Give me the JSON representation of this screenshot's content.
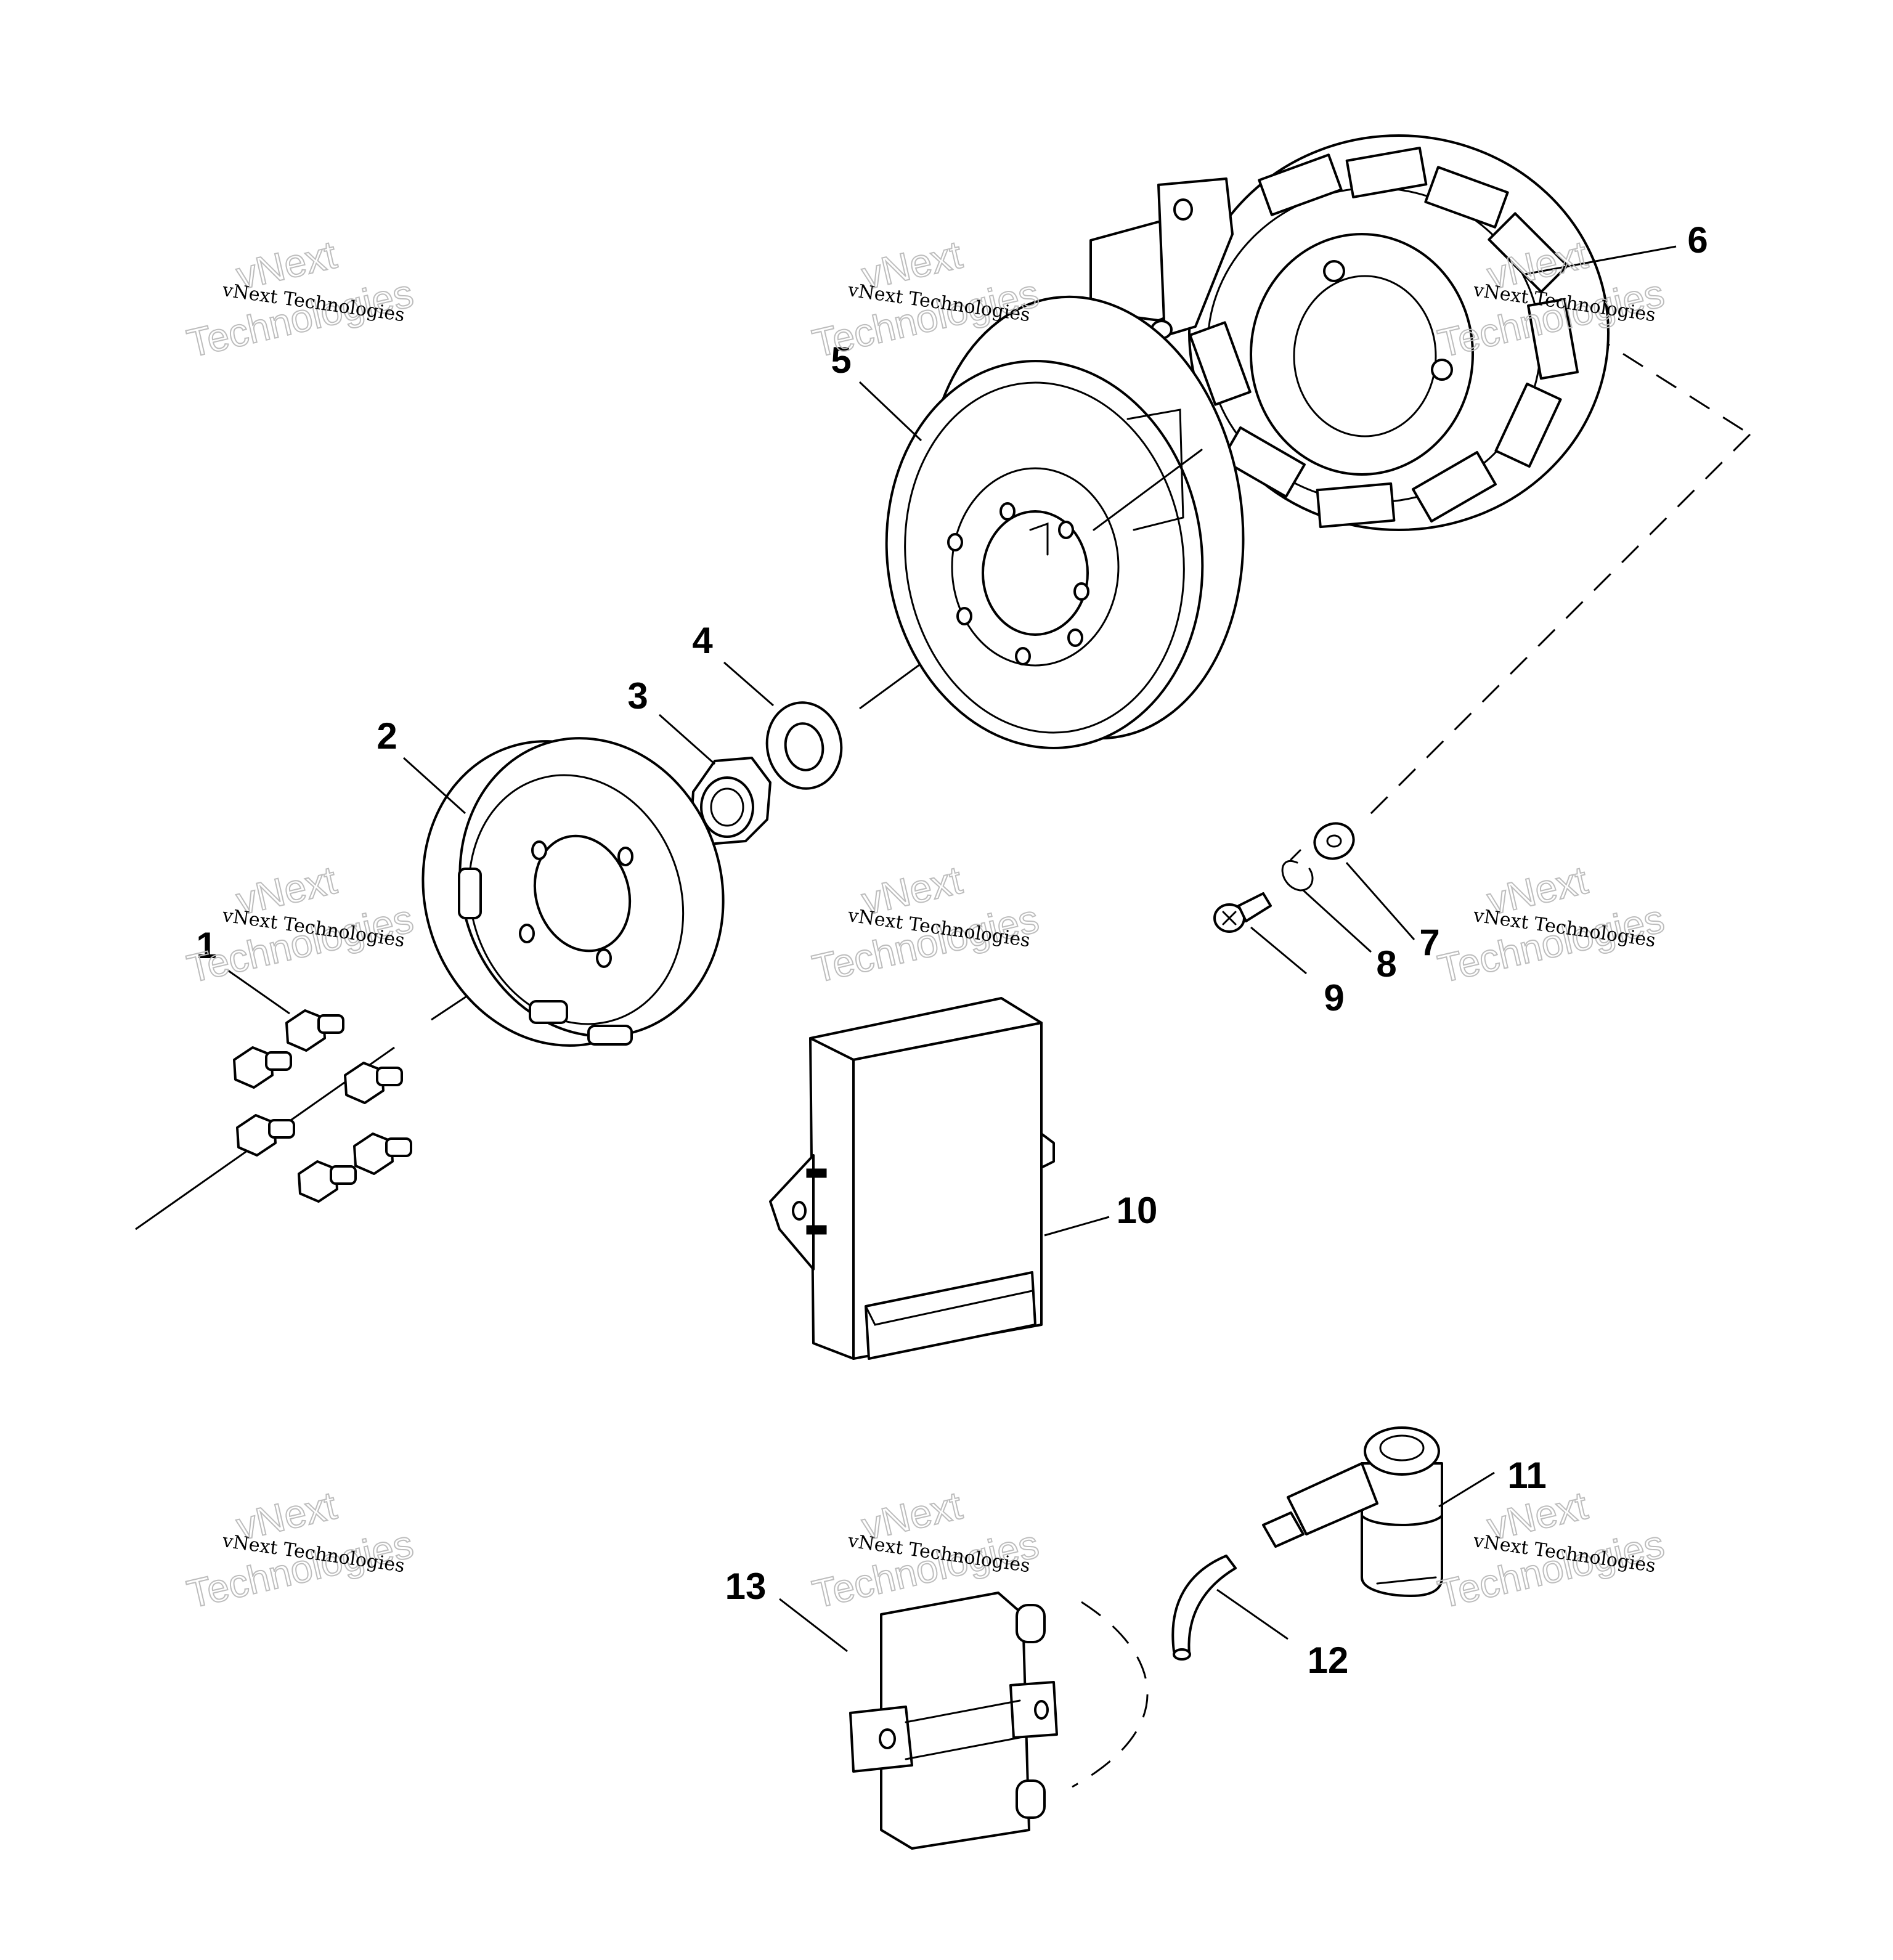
{
  "callouts": {
    "c1": "1",
    "c2": "2",
    "c3": "3",
    "c4": "4",
    "c5": "5",
    "c6": "6",
    "c7": "7",
    "c8": "8",
    "c9": "9",
    "c10": "10",
    "c11": "11",
    "c12": "12",
    "c13": "13"
  },
  "watermark": {
    "line1": "vNext Technologies",
    "word1": "vNext",
    "word2": "Technologies"
  }
}
